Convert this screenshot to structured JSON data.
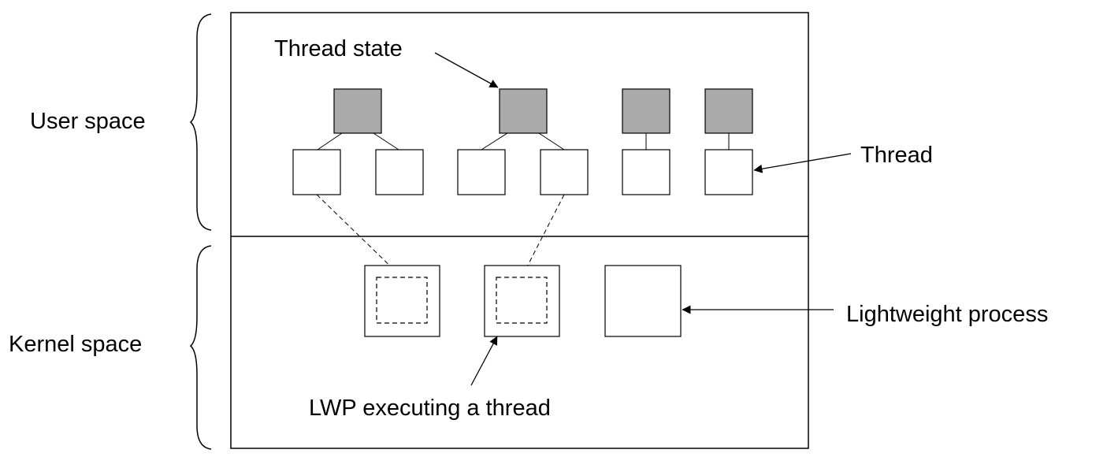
{
  "labels": {
    "user_space": "User space",
    "kernel_space": "Kernel space",
    "thread_state": "Thread state",
    "thread": "Thread",
    "lightweight_process": "Lightweight process",
    "lwp_executing": "LWP executing a thread"
  },
  "colors": {
    "thread_state_fill": "#aaaaaa",
    "thread_fill": "#ffffff",
    "stroke": "#000000"
  }
}
